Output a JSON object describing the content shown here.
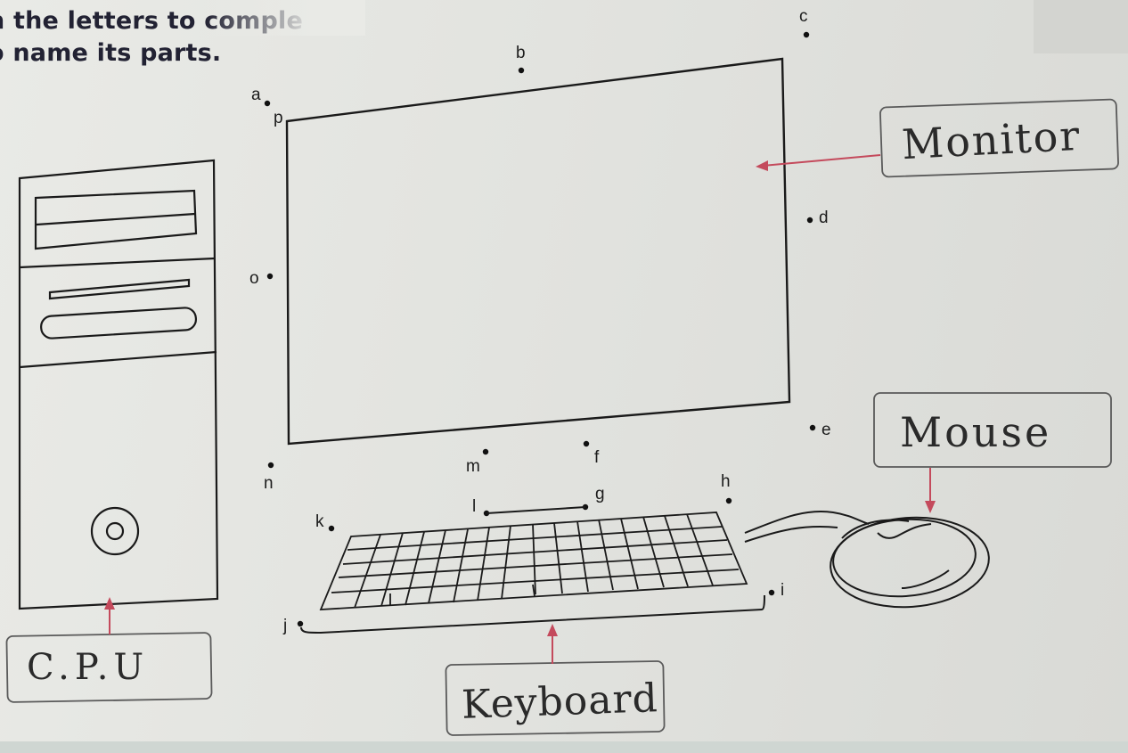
{
  "instructions": {
    "line1": "n the letters to comple",
    "line2": "o name its parts."
  },
  "dot_labels": [
    "a",
    "p",
    "b",
    "c",
    "d",
    "o",
    "e",
    "f",
    "m",
    "n",
    "g",
    "l",
    "h",
    "k",
    "i",
    "j"
  ],
  "answers": {
    "monitor": "Monitor",
    "mouse": "Mouse",
    "cpu": "C.P.U",
    "keyboard": "Keyboard"
  },
  "colors": {
    "ink": "#1a1a1a",
    "arrow": "#c44a5c",
    "box": "#5a5a5a",
    "handwriting": "#2a2a2a"
  }
}
